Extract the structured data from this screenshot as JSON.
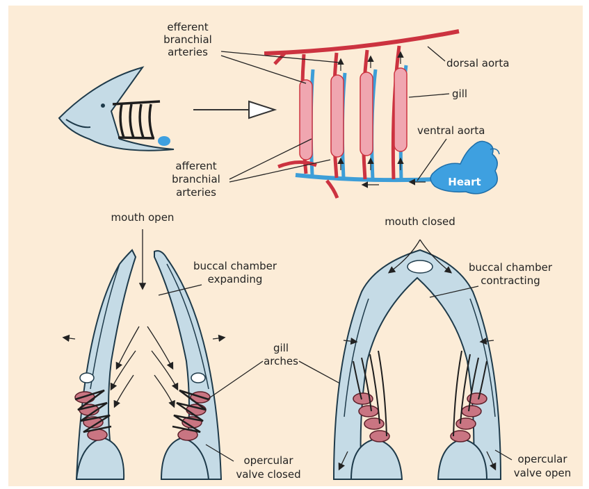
{
  "colors": {
    "background": "#fcecd7",
    "artery_red": "#cc3340",
    "vein_blue": "#3d9ed8",
    "gill_pink": "#f0a6b0",
    "heart_blue": "#3ea0e0",
    "head_fill": "#c5dbe6",
    "outline": "#1e3a4a"
  },
  "labels": {
    "efferent": [
      "efferent",
      "branchial",
      "arteries"
    ],
    "dorsal_aorta": "dorsal aorta",
    "gill": "gill",
    "ventral_aorta": "ventral aorta",
    "heart": "Heart",
    "afferent": [
      "afferent",
      "branchial",
      "arteries"
    ],
    "mouth_open": "mouth open",
    "buccal_expanding": [
      "buccal chamber",
      "expanding"
    ],
    "gill_arches": [
      "gill",
      "arches"
    ],
    "opercular_closed": [
      "opercular",
      "valve closed"
    ],
    "mouth_closed": "mouth closed",
    "buccal_contracting": [
      "buccal chamber",
      "contracting"
    ],
    "opercular_open": [
      "opercular",
      "valve open"
    ]
  },
  "icons": [
    "fish-head-icon",
    "arrow-right-icon",
    "heart-icon"
  ]
}
